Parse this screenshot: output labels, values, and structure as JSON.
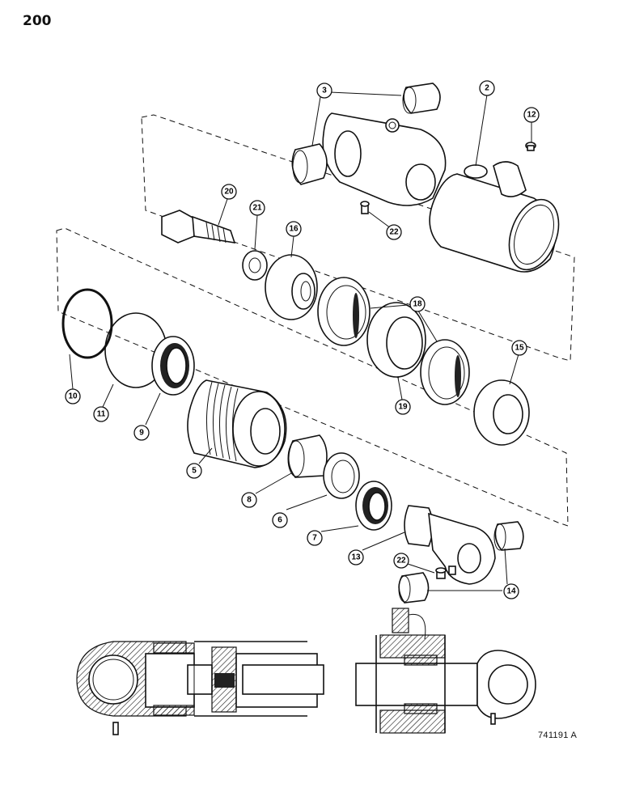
{
  "page": {
    "number": "200",
    "reference_code": "741191 A"
  },
  "callouts": [
    {
      "id": "c3",
      "label": "3"
    },
    {
      "id": "c2",
      "label": "2"
    },
    {
      "id": "c12",
      "label": "12"
    },
    {
      "id": "c20",
      "label": "20"
    },
    {
      "id": "c21",
      "label": "21"
    },
    {
      "id": "c16",
      "label": "16"
    },
    {
      "id": "c22a",
      "label": "22"
    },
    {
      "id": "c18",
      "label": "18"
    },
    {
      "id": "c15",
      "label": "15"
    },
    {
      "id": "c19",
      "label": "19"
    },
    {
      "id": "c10",
      "label": "10"
    },
    {
      "id": "c11",
      "label": "11"
    },
    {
      "id": "c9",
      "label": "9"
    },
    {
      "id": "c5",
      "label": "5"
    },
    {
      "id": "c8",
      "label": "8"
    },
    {
      "id": "c6",
      "label": "6"
    },
    {
      "id": "c7",
      "label": "7"
    },
    {
      "id": "c13",
      "label": "13"
    },
    {
      "id": "c22b",
      "label": "22"
    },
    {
      "id": "c14",
      "label": "14"
    }
  ],
  "colors": {
    "ink": "#111111",
    "paper": "#ffffff"
  }
}
